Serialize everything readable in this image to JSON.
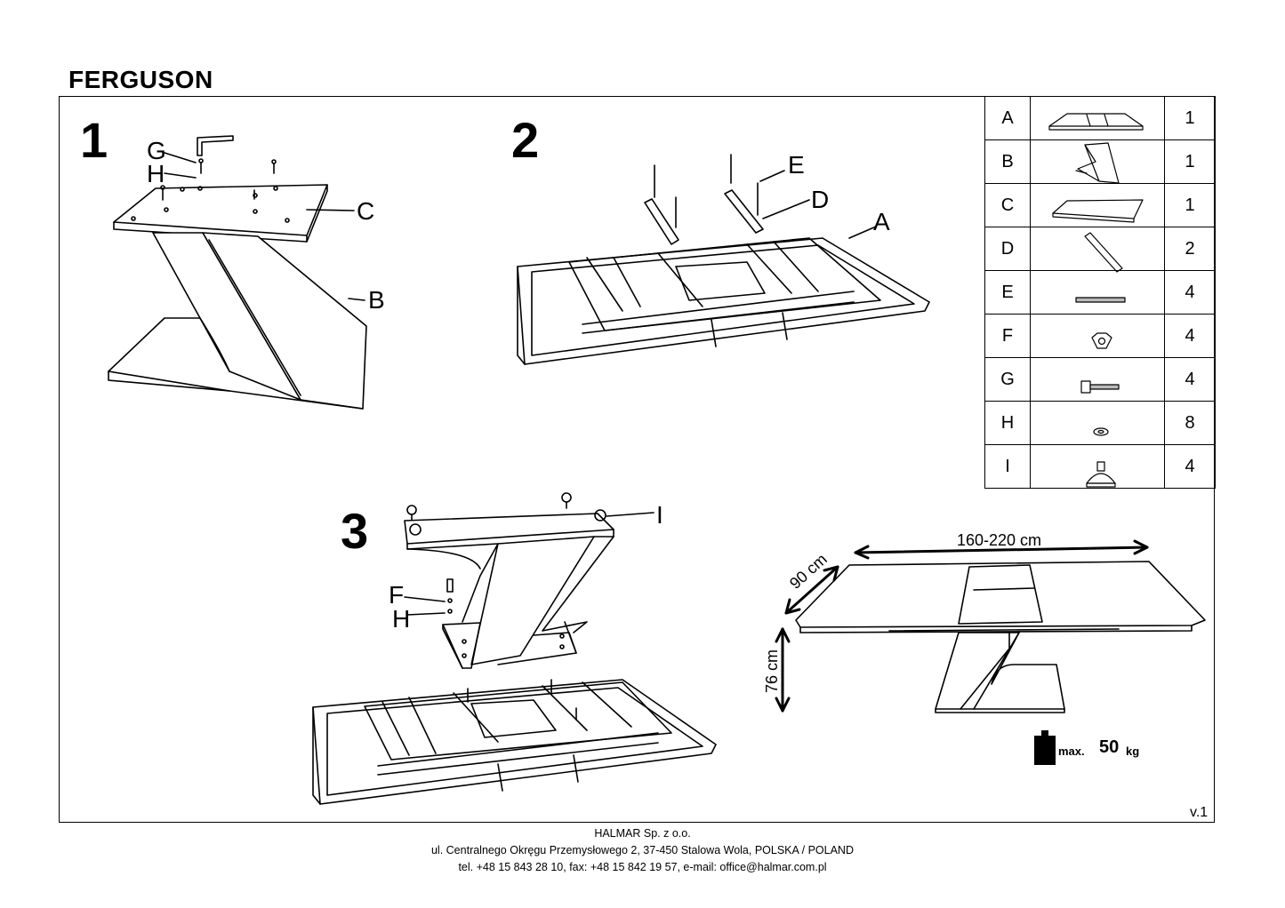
{
  "title": "FERGUSON",
  "steps": {
    "s1": "1",
    "s2": "2",
    "s3": "3"
  },
  "callouts": {
    "s1_g": "G",
    "s1_h": "H",
    "s1_c": "C",
    "s1_b": "B",
    "s2_e": "E",
    "s2_d": "D",
    "s2_a": "A",
    "s3_i": "I",
    "s3_f": "F",
    "s3_h": "H"
  },
  "parts": [
    {
      "code": "A",
      "qty": "1",
      "icon": "tabletop-icon"
    },
    {
      "code": "B",
      "qty": "1",
      "icon": "z-leg-icon"
    },
    {
      "code": "C",
      "qty": "1",
      "icon": "mounting-plate-icon"
    },
    {
      "code": "D",
      "qty": "2",
      "icon": "rail-icon"
    },
    {
      "code": "E",
      "qty": "4",
      "icon": "threaded-rod-icon"
    },
    {
      "code": "F",
      "qty": "4",
      "icon": "nut-icon"
    },
    {
      "code": "G",
      "qty": "4",
      "icon": "bolt-icon"
    },
    {
      "code": "H",
      "qty": "8",
      "icon": "washer-icon"
    },
    {
      "code": "I",
      "qty": "4",
      "icon": "glide-foot-icon"
    }
  ],
  "dimensions": {
    "length": "160-220 cm",
    "depth": "90 cm",
    "height": "76 cm"
  },
  "max_load": {
    "label": "max.",
    "value": "50",
    "unit": "kg"
  },
  "version": "v.1",
  "footer": {
    "company": "HALMAR Sp. z o.o.",
    "address": "ul. Centralnego Okręgu Przemysłowego 2, 37-450 Stalowa Wola, POLSKA / POLAND",
    "contact": "tel. +48 15 843 28 10, fax: +48 15 842 19 57, e-mail: office@halmar.com.pl"
  }
}
